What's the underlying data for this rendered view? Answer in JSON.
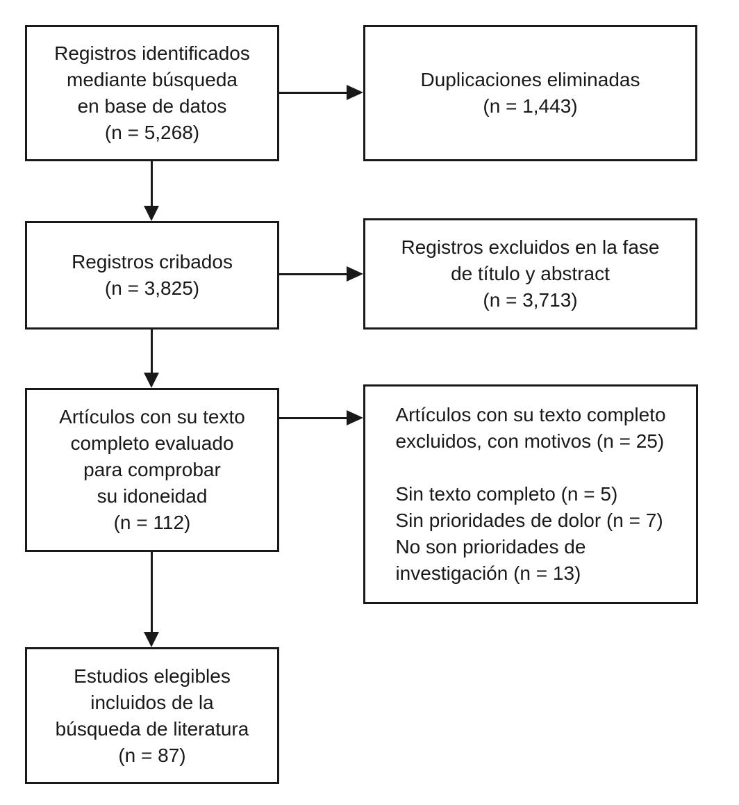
{
  "colors": {
    "background": "#ffffff",
    "line": "#191919",
    "text": "#191919"
  },
  "diagram": {
    "type": "prisma-flowchart",
    "boxes": {
      "identified": {
        "text": "Registros identificados\nmediante búsqueda\nen base de datos\n(n = 5,268)",
        "count": 5268
      },
      "duplicates_removed": {
        "text": "Duplicaciones eliminadas\n(n = 1,443)",
        "count": 1443
      },
      "screened": {
        "text": "Registros cribados\n(n = 3,825)",
        "count": 3825
      },
      "excluded_title_abstract": {
        "text": "Registros excluidos en la fase\nde título y abstract\n(n = 3,713)",
        "count": 3713
      },
      "fulltext_assessed": {
        "text": "Artículos con su texto\ncompleto evaluado\npara comprobar\nsu idoneidad\n(n = 112)",
        "count": 112
      },
      "fulltext_excluded": {
        "text": "Artículos con su texto completo\nexcluidos, con motivos (n = 25)\n\nSin texto completo (n = 5)\nSin prioridades de dolor (n = 7)\nNo son prioridades de\ninvestigación (n = 13)",
        "count": 25,
        "reasons": [
          {
            "label": "Sin texto completo",
            "count": 5
          },
          {
            "label": "Sin prioridades de dolor",
            "count": 7
          },
          {
            "label": "No son prioridades de investigación",
            "count": 13
          }
        ]
      },
      "included": {
        "text": "Estudios elegibles\nincluidos de la\nbúsqueda de literatura\n(n = 87)",
        "count": 87
      }
    },
    "arrows": [
      {
        "from": "identified",
        "to": "duplicates_removed",
        "direction": "right"
      },
      {
        "from": "identified",
        "to": "screened",
        "direction": "down"
      },
      {
        "from": "screened",
        "to": "excluded_title_abstract",
        "direction": "right"
      },
      {
        "from": "screened",
        "to": "fulltext_assessed",
        "direction": "down"
      },
      {
        "from": "fulltext_assessed",
        "to": "fulltext_excluded",
        "direction": "right"
      },
      {
        "from": "fulltext_assessed",
        "to": "included",
        "direction": "down"
      }
    ]
  }
}
